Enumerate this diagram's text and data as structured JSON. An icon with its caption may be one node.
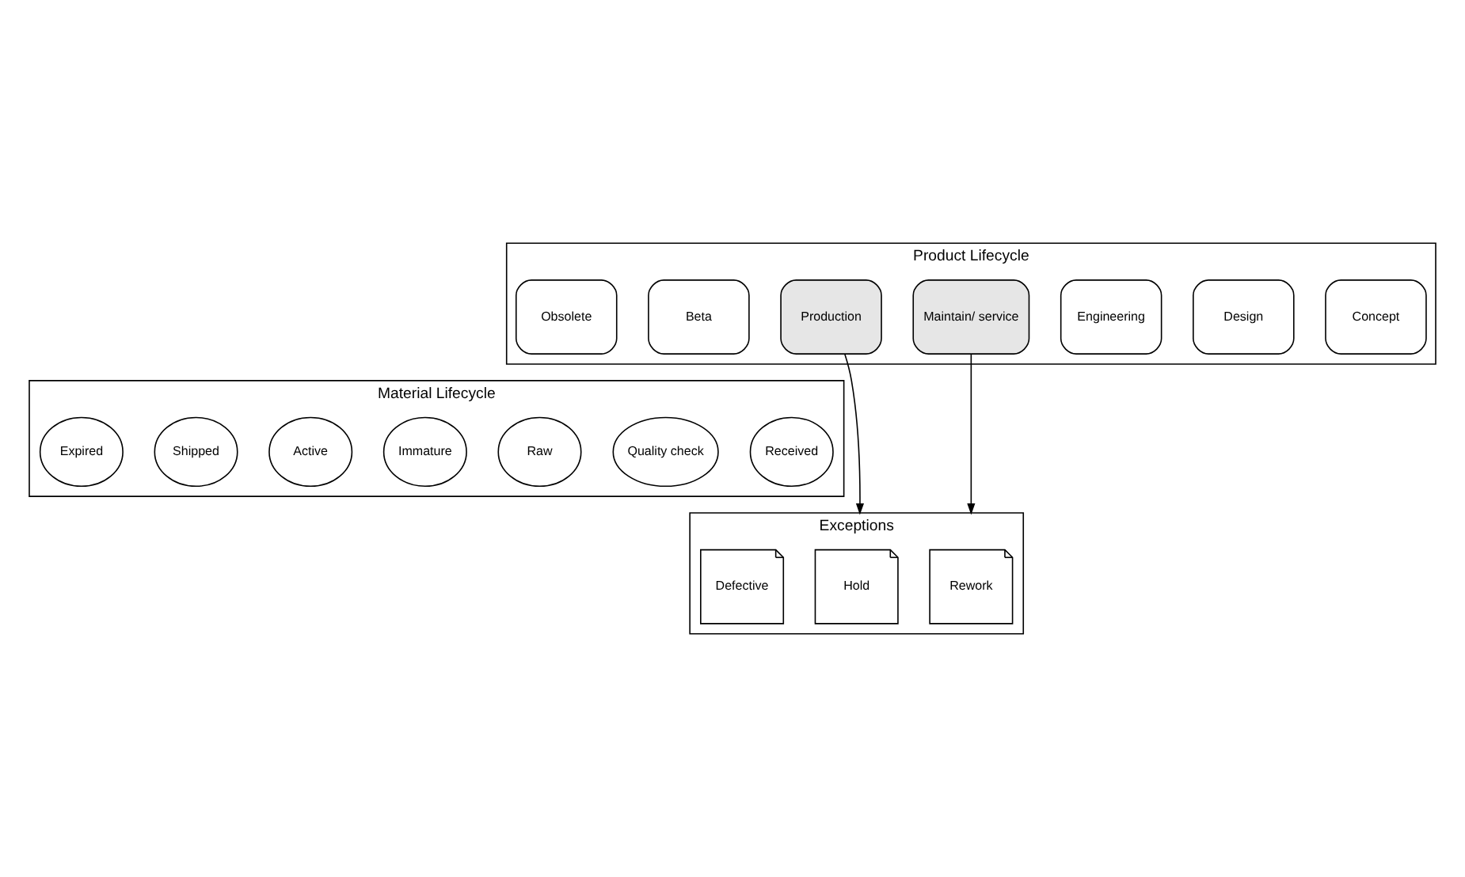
{
  "diagram": {
    "nodes": [
      {
        "text": [
          "Product Lifecycle"
        ]
      },
      {
        "text": [
          "Concept"
        ],
        "in": 0
      },
      {
        "text": [
          "Design"
        ],
        "in": 0
      },
      {
        "text": [
          "Engineering"
        ],
        "in": 0
      },
      {
        "text": [
          "Beta"
        ],
        "in": 0
      },
      {
        "text": [
          "Production"
        ],
        "in": 0
      },
      {
        "text": [
          "Maintain/ service"
        ],
        "in": 0
      },
      {
        "text": [
          "Obsolete"
        ],
        "in": 0
      },
      {
        "text": [
          "Material Lifecycle"
        ]
      },
      {
        "text": [
          "Received"
        ],
        "in": 8
      },
      {
        "text": [
          "Quality check"
        ],
        "in": 8
      },
      {
        "text": [
          "Raw"
        ],
        "in": 8
      },
      {
        "text": [
          "Immature"
        ],
        "in": 8
      },
      {
        "text": [
          "Active"
        ],
        "in": 8
      },
      {
        "text": [
          "Shipped"
        ],
        "in": 8
      },
      {
        "text": [
          "Expired"
        ],
        "in": 8
      },
      {
        "text": [
          "Exceptions"
        ]
      },
      {
        "text": [
          "Hold"
        ],
        "in": 16
      },
      {
        "text": [
          "Defective"
        ],
        "in": 16
      },
      {
        "text": [
          "Rework"
        ],
        "in": 16
      }
    ],
    "edges": [
      {
        "from": 5,
        "to": 16,
        "arrow": "to"
      },
      {
        "from": 6,
        "to": 16,
        "arrow": "to"
      }
    ]
  }
}
